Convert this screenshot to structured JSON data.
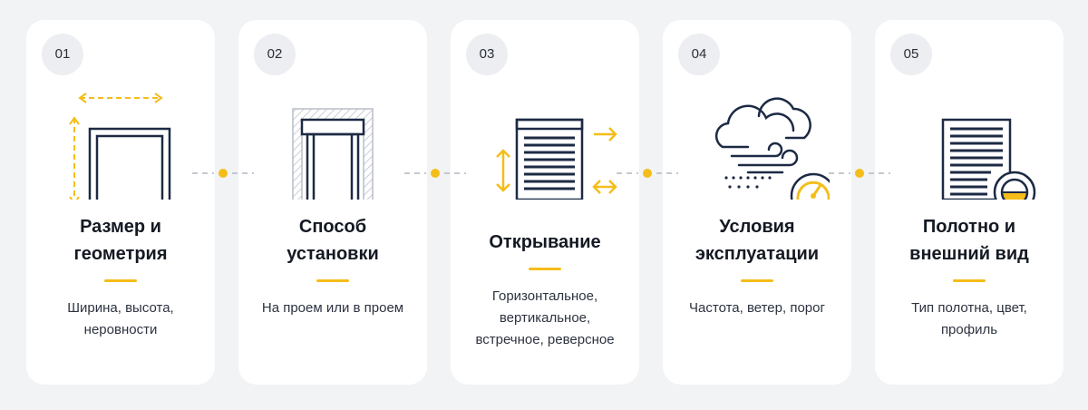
{
  "accent_color": "#f4bd1a",
  "icon_color": "#1d2a44",
  "steps": [
    {
      "num": "01",
      "title_lines": [
        "Размер и",
        "геометрия"
      ],
      "desc_lines": [
        "Ширина, высота,",
        "неровности"
      ],
      "icon": "door-frame-dimensions-icon"
    },
    {
      "num": "02",
      "title_lines": [
        "Способ",
        "установки"
      ],
      "desc_lines": [
        "На проем или в проем"
      ],
      "icon": "frame-installation-icon"
    },
    {
      "num": "03",
      "title_lines": [
        "Открывание"
      ],
      "desc_lines": [
        "Горизонтальное,",
        "вертикальное,",
        "встречное, реверсное"
      ],
      "icon": "shutter-opening-icon"
    },
    {
      "num": "04",
      "title_lines": [
        "Условия",
        "эксплуатации"
      ],
      "desc_lines": [
        "Частота, ветер, порог"
      ],
      "icon": "weather-gauge-icon"
    },
    {
      "num": "05",
      "title_lines": [
        "Полотно и",
        "внешний вид"
      ],
      "desc_lines": [
        "Тип полотна, цвет,",
        "профиль"
      ],
      "icon": "shutter-color-icon"
    }
  ]
}
